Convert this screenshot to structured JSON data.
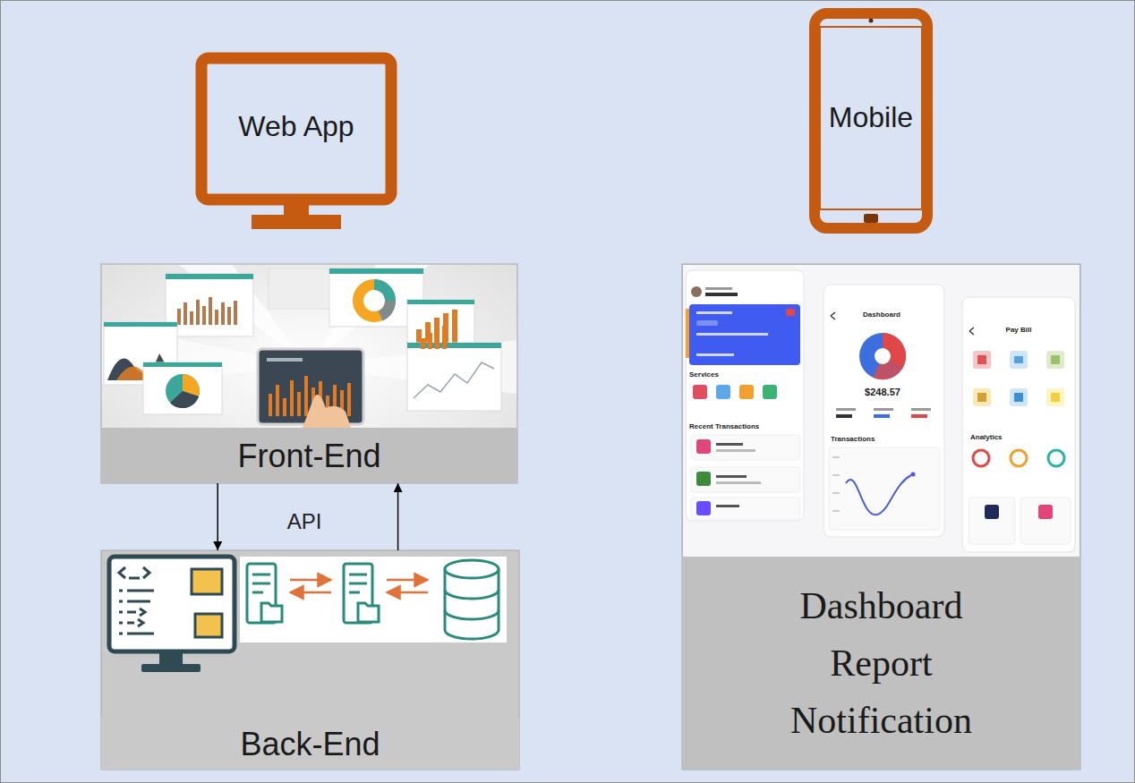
{
  "diagram": {
    "nodes": [
      {
        "text": [
          "Web App"
        ]
      },
      {
        "text": [
          "Front-End"
        ]
      },
      {
        "text": [
          "Back-End"
        ]
      },
      {
        "text": [
          "Mobile"
        ]
      },
      {
        "text": [
          "Dashboard Report Notification"
        ]
      }
    ],
    "edges": [
      {
        "from": 1,
        "to": 2,
        "arrow": "to"
      },
      {
        "from": 2,
        "to": 1,
        "arrow": "to"
      }
    ],
    "labels": [
      "API",
      "Services",
      "Recent Transactions",
      "Dashboard",
      "$248.57",
      "Transactions",
      "Pay Bill",
      "Analytics"
    ]
  }
}
